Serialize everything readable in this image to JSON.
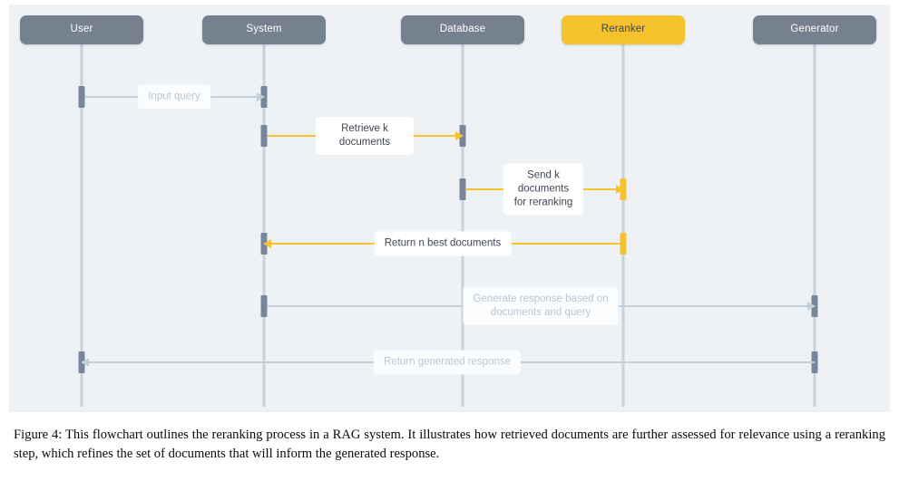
{
  "figure": {
    "caption": "Figure 4: This flowchart outlines the reranking process in a RAG system. It illustrates how retrieved documents are further assessed for relevance using a reranking step, which refines the set of documents that will inform the generated response."
  },
  "colors": {
    "panel_background": "#eef2f5",
    "participant_default": "#76818f",
    "participant_accent": "#f6c32d",
    "lifeline": "#c6d2dc",
    "activation_default": "#78859a",
    "activation_accent": "#f6c32d",
    "message_accent": "#f6c32d",
    "message_muted": "#c3d0da",
    "label_text_accent": "#3f4753",
    "label_text_muted": "#b9c6d2"
  },
  "diagram": {
    "type": "sequence-diagram",
    "participants": [
      {
        "id": "user",
        "label": "User",
        "highlighted": false
      },
      {
        "id": "system",
        "label": "System",
        "highlighted": false
      },
      {
        "id": "database",
        "label": "Database",
        "highlighted": false
      },
      {
        "id": "reranker",
        "label": "Reranker",
        "highlighted": true
      },
      {
        "id": "generator",
        "label": "Generator",
        "highlighted": false
      }
    ],
    "messages": [
      {
        "order": 1,
        "label": "Input query",
        "from": "user",
        "to": "system",
        "direction": "right",
        "style": "muted"
      },
      {
        "order": 2,
        "label": "Retrieve k documents",
        "from": "system",
        "to": "database",
        "direction": "right",
        "style": "accent"
      },
      {
        "order": 3,
        "label": "Send k documents\nfor reranking",
        "from": "database",
        "to": "reranker",
        "direction": "right",
        "style": "accent"
      },
      {
        "order": 4,
        "label": "Return n best documents",
        "from": "reranker",
        "to": "system",
        "direction": "left",
        "style": "accent"
      },
      {
        "order": 5,
        "label": "Generate response based on\ndocuments and query",
        "from": "system",
        "to": "generator",
        "direction": "right",
        "style": "muted"
      },
      {
        "order": 6,
        "label": "Return generated response",
        "from": "generator",
        "to": "user",
        "direction": "left",
        "style": "muted"
      }
    ]
  }
}
